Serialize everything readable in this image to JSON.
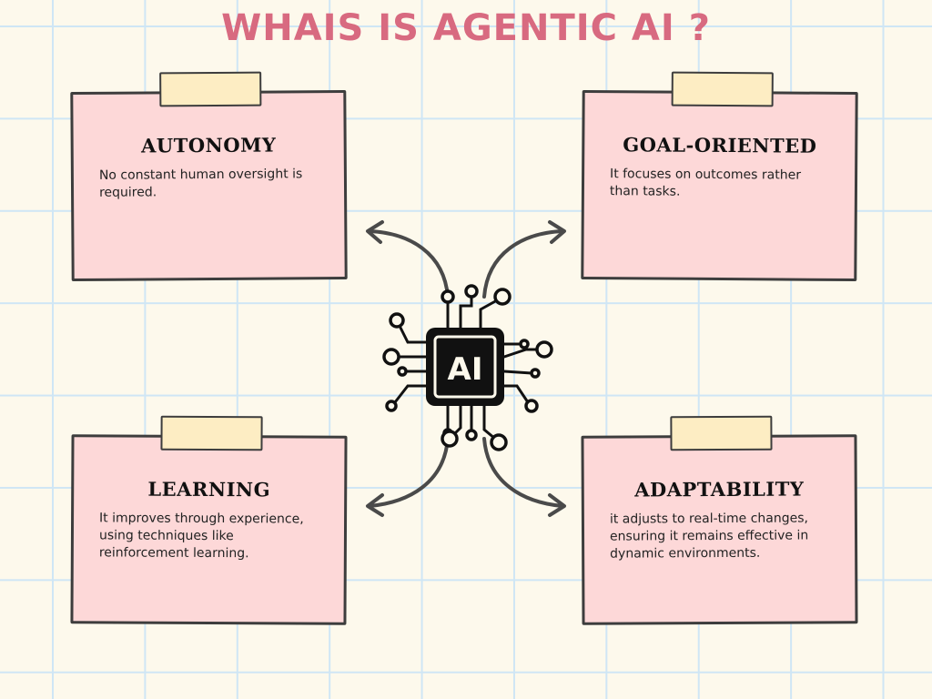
{
  "title": "WHAIS IS AGENTIC AI ?",
  "chip_label": "AI",
  "cards": [
    {
      "heading": "AUTONOMY",
      "text": "No constant human oversight is required."
    },
    {
      "heading": "GOAL-ORIENTED",
      "text": "It focuses on outcomes rather than tasks."
    },
    {
      "heading": "LEARNING",
      "text": "It improves through experience, using techniques like reinforcement learning."
    },
    {
      "heading": "ADAPTABILITY",
      "text": "it adjusts to real-time changes, ensuring it remains effective in dynamic environments."
    }
  ],
  "colors": {
    "title": "#d86a80",
    "card": "#fdd8d8",
    "tape": "#fdedc3",
    "grid": "#cfe6f5",
    "background": "#fdf9ec"
  }
}
